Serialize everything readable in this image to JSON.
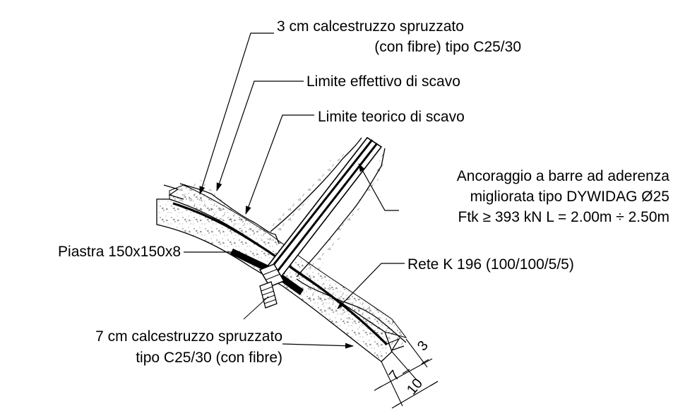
{
  "labels": {
    "shotcrete_3cm_line1": "3 cm calcestruzzo spruzzato",
    "shotcrete_3cm_line2": "(con fibre) tipo C25/30",
    "effective_limit": "Limite effettivo di scavo",
    "theoretical_limit": "Limite teorico di scavo",
    "anchor_line1": "Ancoraggio a barre ad aderenza",
    "anchor_line2": "migliorata tipo DYWIDAG Ø25",
    "anchor_line3": "Ftk ≥ 393 kN L = 2.00m ÷ 2.50m",
    "plate": "Piastra 150x150x8",
    "mesh": "Rete K 196 (100/100/5/5)",
    "shotcrete_7cm_line1": "7 cm calcestruzzo spruzzato",
    "shotcrete_7cm_line2": "tipo C25/30 (con fibre)"
  },
  "dimensions": {
    "outer_layer": "3",
    "inner_layer": "7",
    "total": "10"
  }
}
